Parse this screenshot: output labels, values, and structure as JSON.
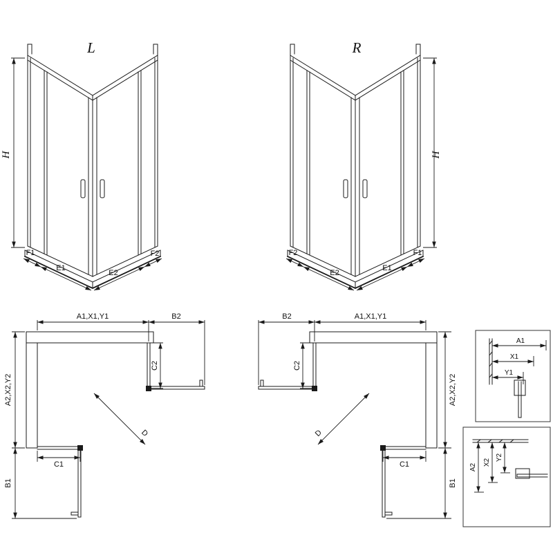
{
  "colors": {
    "line": "#1a1a1a",
    "background": "#ffffff"
  },
  "views": {
    "front_left": {
      "label": "L",
      "height": "H",
      "dims": {
        "f1": "F1",
        "e1": "E1",
        "e2": "E2",
        "f2": "F2"
      }
    },
    "front_right": {
      "label": "R",
      "height": "H",
      "dims": {
        "f2": "F2",
        "e2": "E2",
        "e1": "E1",
        "f1": "F1"
      }
    },
    "plan_left": {
      "width": "A1,X1,Y1",
      "door_top": "B2",
      "depth": "A2,X2,Y2",
      "door_bottom": "B1",
      "c2": "C2",
      "c1": "C1",
      "d": "D"
    },
    "plan_right": {
      "door_top": "B2",
      "width": "A1,X1,Y1",
      "c2": "C2",
      "depth": "A2,X2,Y2",
      "d": "D",
      "c1": "C1",
      "door_bottom": "B1"
    },
    "detail_top": {
      "a1": "A1",
      "x1": "X1",
      "y1": "Y1"
    },
    "detail_bottom": {
      "a2": "A2",
      "x2": "X2",
      "y2": "Y2"
    }
  }
}
